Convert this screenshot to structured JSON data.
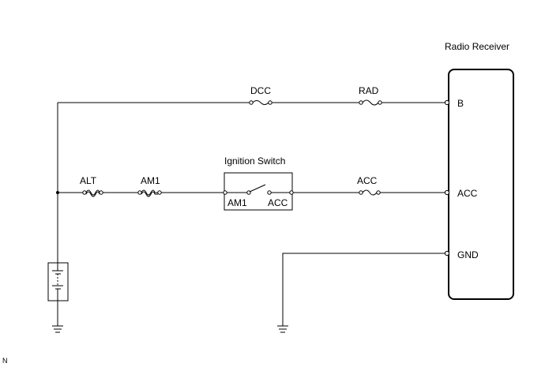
{
  "components": {
    "receiver": {
      "title": "Radio Receiver",
      "pins": {
        "b": "B",
        "acc": "ACC",
        "gnd": "GND"
      }
    },
    "ignition": {
      "title": "Ignition Switch",
      "left_terminal": "AM1",
      "right_terminal": "ACC"
    },
    "fuses": {
      "dcc": "DCC",
      "rad": "RAD",
      "alt": "ALT",
      "am1": "AM1",
      "acc": "ACC"
    }
  },
  "footer_note": "N"
}
